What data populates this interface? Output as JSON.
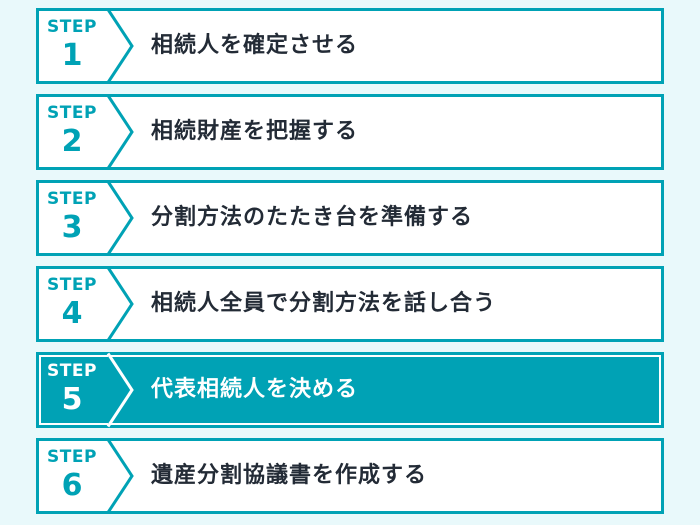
{
  "colors": {
    "accent": "#00a2b5",
    "background": "#e9f9fb",
    "box_fill": "#ffffff",
    "text": "#232b36",
    "active_text": "#ffffff"
  },
  "step_label": "STEP",
  "steps": [
    {
      "number": "1",
      "text": "相続人を確定させる",
      "active": false
    },
    {
      "number": "2",
      "text": "相続財産を把握する",
      "active": false
    },
    {
      "number": "3",
      "text": "分割方法のたたき台を準備する",
      "active": false
    },
    {
      "number": "4",
      "text": "相続人全員で分割方法を話し合う",
      "active": false
    },
    {
      "number": "5",
      "text": "代表相続人を決める",
      "active": true
    },
    {
      "number": "6",
      "text": "遺産分割協議書を作成する",
      "active": false
    }
  ]
}
